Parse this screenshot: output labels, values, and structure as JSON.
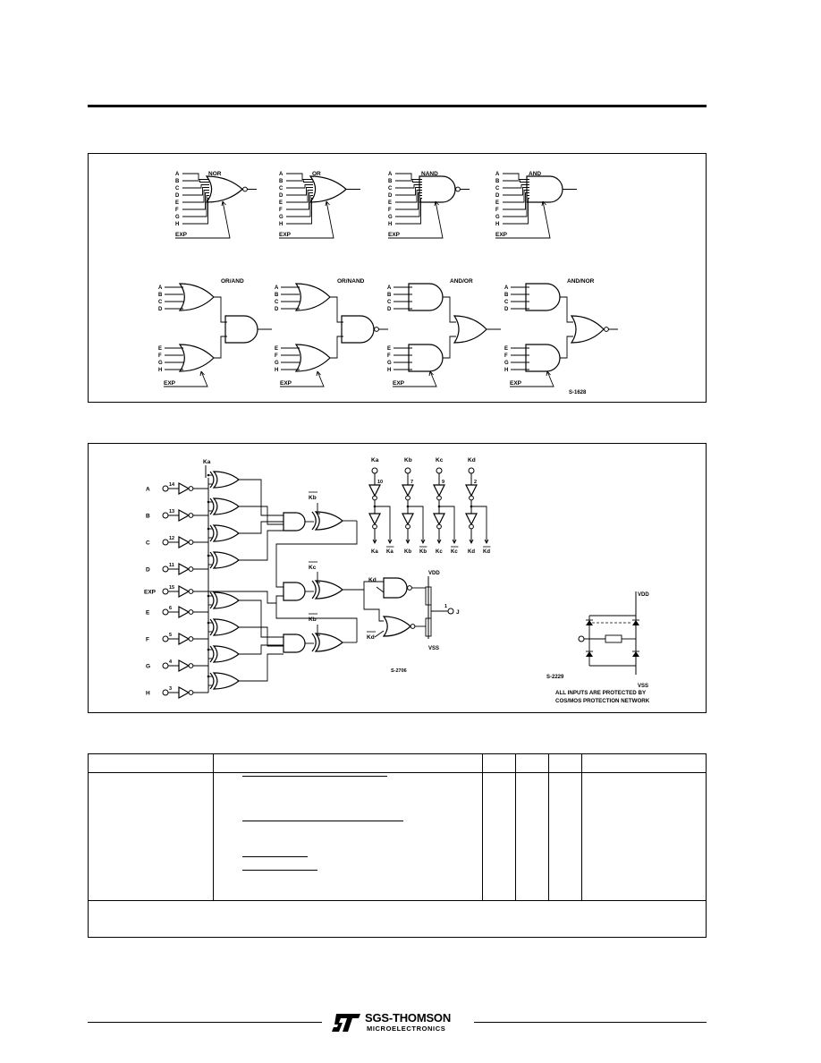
{
  "panel1": {
    "gates": [
      {
        "name": "NOR"
      },
      {
        "name": "OR"
      },
      {
        "name": "NAND"
      },
      {
        "name": "AND"
      }
    ],
    "combos": [
      {
        "name": "OR/AND"
      },
      {
        "name": "OR/NAND"
      },
      {
        "name": "AND/OR"
      },
      {
        "name": "AND/NOR"
      }
    ],
    "inputs_top": [
      "A",
      "B",
      "C",
      "D",
      "E",
      "F",
      "G",
      "H"
    ],
    "inputs_group1": [
      "A",
      "B",
      "C",
      "D"
    ],
    "inputs_group2": [
      "E",
      "F",
      "G",
      "H"
    ],
    "exp_label": "EXP",
    "figure_code": "S-1628"
  },
  "panel2": {
    "inputs": [
      {
        "label": "A",
        "pin": "14"
      },
      {
        "label": "B",
        "pin": "13"
      },
      {
        "label": "C",
        "pin": "12"
      },
      {
        "label": "D",
        "pin": "11"
      },
      {
        "label": "EXP",
        "pin": "15"
      },
      {
        "label": "E",
        "pin": "6"
      },
      {
        "label": "F",
        "pin": "5"
      },
      {
        "label": "G",
        "pin": "4"
      },
      {
        "label": "H",
        "pin": "3"
      }
    ],
    "ka_label": "Ka",
    "kb_label": "Kb",
    "kc_label": "Kc",
    "kd_label": "Kd",
    "control_inputs": [
      {
        "label": "Ka",
        "pin": "10"
      },
      {
        "label": "Kb",
        "pin": "7"
      },
      {
        "label": "Kc",
        "pin": "9"
      },
      {
        "label": "Kd",
        "pin": "2"
      }
    ],
    "control_outputs": [
      "Ka",
      "Ka",
      "Kb",
      "Kb",
      "Kc",
      "Kc",
      "Kd",
      "Kd"
    ],
    "vdd": "VDD",
    "vss": "VSS",
    "output_label": "J",
    "output_pin": "1",
    "figure_code": "S-2706",
    "protection": {
      "vdd": "VDD",
      "vss": "VSS",
      "figure_code": "S-2229",
      "note_line1": "ALL INPUTS ARE PROTECTED BY",
      "note_line2": "COS/MOS PROTECTION NETWORK"
    }
  },
  "logo": {
    "name": "SGS-THOMSON",
    "sub": "MICROELECTRONICS"
  }
}
